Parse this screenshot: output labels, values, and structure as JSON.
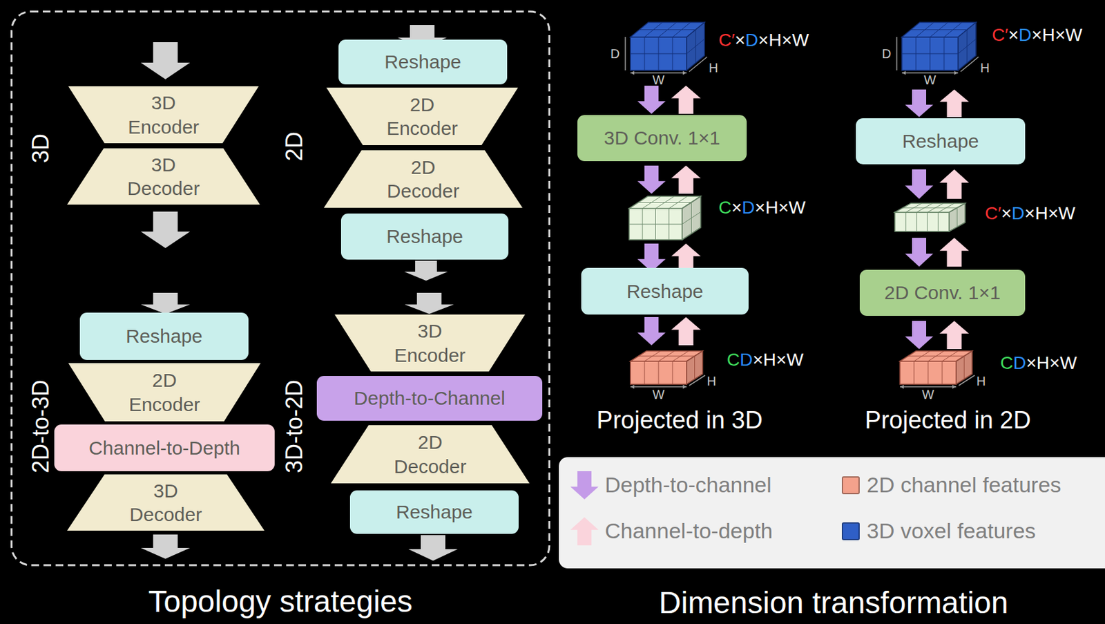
{
  "diagram": {
    "nodes": [
      {
        "text": [
          "Topology strategies"
        ]
      },
      {
        "text": [
          "3D Encoder"
        ],
        "in": 0
      },
      {
        "text": [
          "3D Decoder"
        ],
        "in": 0
      },
      {
        "text": [
          "Reshape"
        ],
        "in": 0
      },
      {
        "text": [
          "2D Encoder"
        ],
        "in": 0
      },
      {
        "text": [
          "2D Decoder"
        ],
        "in": 0
      },
      {
        "text": [
          "Reshape"
        ],
        "in": 0
      },
      {
        "text": [
          "Reshape"
        ],
        "in": 0
      },
      {
        "text": [
          "2D Encoder"
        ],
        "in": 0
      },
      {
        "text": [
          "Channel-to-Depth"
        ],
        "in": 0
      },
      {
        "text": [
          "3D Decoder"
        ],
        "in": 0
      },
      {
        "text": [
          "3D Encoder"
        ],
        "in": 0
      },
      {
        "text": [
          "Depth-to-Channel"
        ],
        "in": 0
      },
      {
        "text": [
          "2D Decoder"
        ],
        "in": 0
      },
      {
        "text": [
          "Reshape"
        ],
        "in": 0
      },
      {
        "text": [
          "3D Conv. 1×1"
        ]
      },
      {
        "text": [
          "Reshape"
        ]
      },
      {
        "text": [
          "Reshape"
        ]
      },
      {
        "text": [
          "2D Conv. 1×1"
        ]
      }
    ],
    "labels": [
      "3D",
      "2D",
      "2D-to-3D",
      "3D-to-2D",
      "D",
      "W",
      "H",
      "C′×D×H×W",
      "C×D×H×W",
      "W",
      "H",
      "CD×H×W",
      "Projected in 3D",
      "D",
      "W",
      "H",
      "C′×D×H×W",
      "C′×D×H×W",
      "W",
      "H",
      "CD×H×W",
      "Projected in 2D",
      "Dimension transformation"
    ],
    "legend": [
      {
        "text": "Depth-to-channel"
      },
      {
        "text": "2D channel features",
        "color": "#f4a28c"
      },
      {
        "text": "Channel-to-depth"
      },
      {
        "text": "3D voxel features",
        "color": "#2f5fc6"
      }
    ]
  }
}
